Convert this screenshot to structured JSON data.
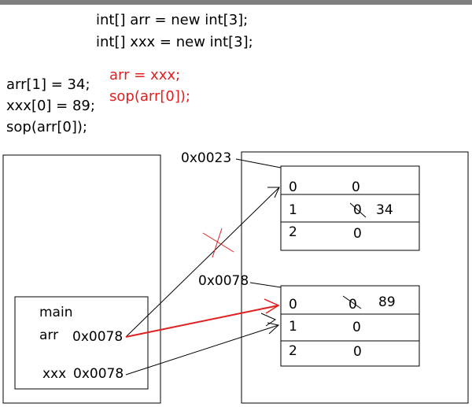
{
  "code": {
    "decl_1": "int[] arr = new int[3];",
    "decl_2": "int[] xxx = new int[3];",
    "left_1": "arr[1] = 34;",
    "left_2": "xxx[0] = 89;",
    "left_3": "sop(arr[0]);",
    "red_1": "arr = xxx;",
    "red_2": "sop(arr[0]);"
  },
  "stack": {
    "frame_label": "main",
    "vars": [
      {
        "name": "arr",
        "value": "0x0078"
      },
      {
        "name": "xxx",
        "value": "0x0078"
      }
    ]
  },
  "heap": {
    "arrays": [
      {
        "address": "0x0023",
        "rows": [
          {
            "index": "0",
            "value": "0",
            "new_value": ""
          },
          {
            "index": "1",
            "value": "0",
            "new_value": "34"
          },
          {
            "index": "2",
            "value": "0",
            "new_value": ""
          }
        ]
      },
      {
        "address": "0x0078",
        "rows": [
          {
            "index": "0",
            "value": "0",
            "new_value": "89"
          },
          {
            "index": "1",
            "value": "0",
            "new_value": ""
          },
          {
            "index": "2",
            "value": "0",
            "new_value": ""
          }
        ]
      }
    ]
  },
  "colors": {
    "highlight": "#e02020",
    "line": "#000000",
    "header_bar": "#7f7f7f"
  }
}
